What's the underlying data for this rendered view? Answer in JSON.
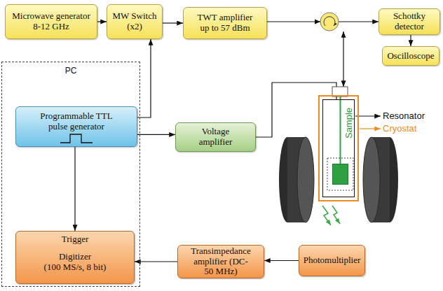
{
  "diagram": {
    "nodes": [
      {
        "text": [
          "Microwave generator 8-12 GHz"
        ]
      },
      {
        "text": [
          "MW Switch (x2)"
        ]
      },
      {
        "text": [
          "TWT amplifier up to 57 dBm"
        ]
      },
      {
        "text": [
          "Schottky detector"
        ]
      },
      {
        "text": [
          "Oscilloscope"
        ]
      },
      {
        "text": [
          "PC"
        ]
      },
      {
        "text": [
          "Programmable TTL pulse generator"
        ],
        "in": 5
      },
      {
        "text": [
          "Trigger",
          "Digitizer",
          "(100 MS/s, 8 bit)"
        ],
        "in": 5
      },
      {
        "text": [
          "Voltage amplifier"
        ]
      },
      {
        "text": [
          "Cryostat"
        ]
      },
      {
        "text": [
          "Resonator"
        ],
        "in": 9
      },
      {
        "text": [
          "Sample"
        ],
        "in": 10
      },
      {
        "text": [
          "Transimpedance amplifier (DC-50 MHz)"
        ]
      },
      {
        "text": [
          "Photomultiplier"
        ]
      }
    ],
    "edges": [
      {
        "from": 0,
        "to": 1,
        "arrow": "to"
      },
      {
        "from": 1,
        "to": 2,
        "arrow": "to"
      },
      {
        "from": 2,
        "to": 3,
        "arrow": "to"
      },
      {
        "from": 3,
        "to": 4,
        "arrow": "to"
      },
      {
        "from": 6,
        "to": 1,
        "arrow": "to"
      },
      {
        "from": 6,
        "to": 8,
        "arrow": "to"
      },
      {
        "from": 6,
        "to": 7,
        "arrow": "to"
      },
      {
        "from": 8,
        "to": 10,
        "arrow": "none"
      },
      {
        "from": 13,
        "to": 12,
        "arrow": "to"
      },
      {
        "from": 12,
        "to": 7,
        "arrow": "to"
      }
    ]
  }
}
